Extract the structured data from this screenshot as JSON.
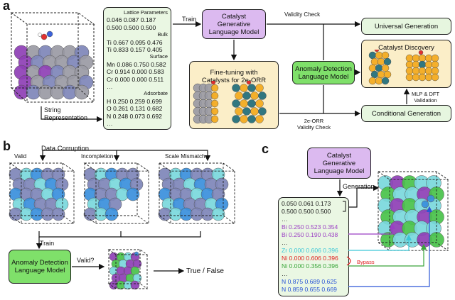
{
  "panel_a": {
    "letter": "a",
    "string_repr_label": "String\nRepresentation",
    "lattice_lines": [
      {
        "text": "Lattice Parameters",
        "right": true
      },
      {
        "text": "0.046 0.087 0.187"
      },
      {
        "text": "0.500 0.500 0.500"
      },
      {
        "text": "Bulk",
        "right": true
      },
      {
        "text": "Ti 0.667 0.095 0.476"
      },
      {
        "text": "Ti 0.833 0.157 0.405"
      },
      {
        "text": "Surface",
        "right": true
      },
      {
        "text": "Mn 0.086 0.750 0.582"
      },
      {
        "text": "Cr 0.914 0.000 0.583"
      },
      {
        "text": "Cr 0.000 0.000 0.511"
      },
      {
        "text": "…"
      },
      {
        "text": "Adsorbate",
        "right": true
      },
      {
        "text": "H 0.250 0.259 0.699"
      },
      {
        "text": "O 0.261 0.131 0.682"
      },
      {
        "text": "N 0.248 0.073 0.692"
      },
      {
        "text": "…"
      }
    ],
    "train_label": "Train",
    "catalyst_glm": "Catalyst\nGenerative\nLanguage Model",
    "finetune": "Fine-tuning with\nCatalysts for 2e-ORR",
    "validity_check": "Validity Check",
    "anomaly_model": "Anomaly Detection\nLanguage Model",
    "universal_generation": "Universal Generation",
    "catalyst_discovery": "Catalyst Discovery",
    "mlp_dft": "MLP & DFT\nValidation",
    "orr_validity": "2e-ORR\nValidity Check",
    "conditional_generation": "Conditional Generation"
  },
  "panel_b": {
    "letter": "b",
    "data_corruption": "Data Corruption",
    "valid": "Valid",
    "incompletion": "Incompletion",
    "scale_mismatch": "Scale Mismatch",
    "train_label": "Train",
    "anomaly_model": "Anomaly Detection\nLanguage Model",
    "valid_q": "Valid?",
    "true_false": "True / False"
  },
  "panel_c": {
    "letter": "c",
    "catalyst_glm": "Catalyst\nGenerative\nLanguage Model",
    "generation": "Generation",
    "lines": [
      {
        "text": "0.050 0.061 0.173",
        "color": "#111111"
      },
      {
        "text": "0.500 0.500 0.500",
        "color": "#111111"
      },
      {
        "text": "…",
        "color": "#111111"
      },
      {
        "text": "Bi 0.250 0.523 0.354",
        "color": "#9b3fc4"
      },
      {
        "text": "Bi 0.250 0.190 0.438",
        "color": "#9b3fc4"
      },
      {
        "text": "…",
        "color": "#111111"
      },
      {
        "text": "Zr 0.000 0.606 0.396",
        "color": "#3cc7d6"
      },
      {
        "text": "Ni 0.000 0.606 0.396",
        "color": "#e02020"
      },
      {
        "text": "Ni 0.000 0.356 0.396",
        "color": "#3aa53a"
      },
      {
        "text": "…",
        "color": "#111111"
      },
      {
        "text": "N 0.875 0.689 0.625",
        "color": "#2a55d6"
      },
      {
        "text": "N 0.859 0.655 0.669",
        "color": "#2a55d6"
      }
    ],
    "bypass": "Bypass"
  },
  "colors": {
    "purple_box": "#dcbaf0",
    "green_box": "#e6f6df",
    "bright_green_box": "#7fe06a",
    "cream_box": "#fbeec8",
    "atom_gray": "#9a9aa4",
    "atom_slate": "#7e86b8",
    "atom_purple": "#8e3fb5",
    "atom_cyan": "#79d8dc",
    "atom_blue": "#3a8fdc",
    "atom_green": "#49c24a",
    "atom_orange": "#f3a91d",
    "atom_teal": "#1f6d7a"
  }
}
